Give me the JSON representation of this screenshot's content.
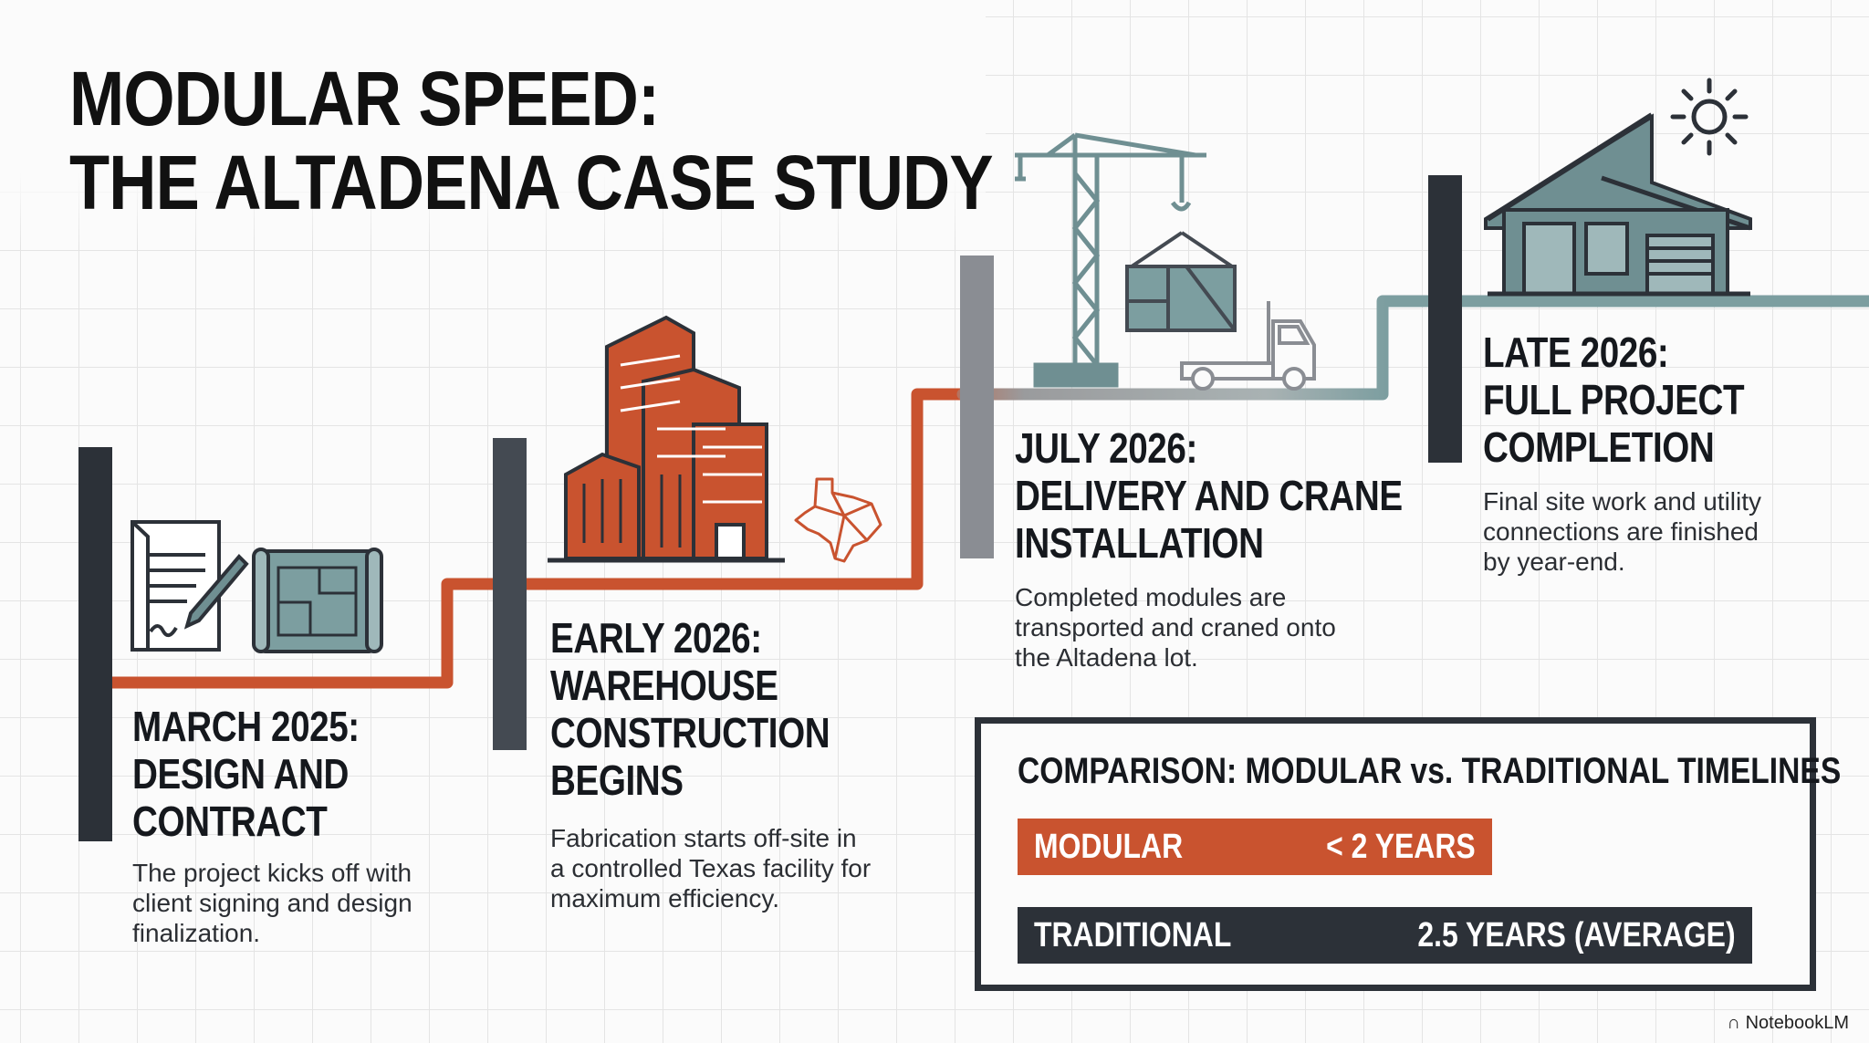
{
  "title": {
    "line1": "MODULAR SPEED:",
    "line2": "THE ALTADENA CASE STUDY"
  },
  "milestones": [
    {
      "heading": [
        "MARCH 2025:",
        "DESIGN AND",
        "CONTRACT"
      ],
      "description": [
        "The project kicks off with",
        "client signing and design",
        "finalization."
      ],
      "icons": [
        "contract-document-icon",
        "blueprint-icon"
      ]
    },
    {
      "heading": [
        "EARLY 2026:",
        "WAREHOUSE",
        "CONSTRUCTION",
        "BEGINS"
      ],
      "description": [
        "Fabrication starts off-site in",
        "a controlled Texas facility for",
        "maximum efficiency."
      ],
      "icons": [
        "factory-building-icon",
        "texas-map-icon"
      ]
    },
    {
      "heading": [
        "JULY 2026:",
        "DELIVERY AND CRANE",
        "INSTALLATION"
      ],
      "description": [
        "Completed modules are",
        "transported and craned onto",
        "the Altadena lot."
      ],
      "icons": [
        "crane-icon",
        "delivery-truck-icon"
      ]
    },
    {
      "heading": [
        "LATE 2026:",
        "FULL PROJECT",
        "COMPLETION"
      ],
      "description": [
        "Final site work and utility",
        "connections are finished",
        "by year-end."
      ],
      "icons": [
        "modern-house-icon",
        "sun-icon"
      ]
    }
  ],
  "comparison": {
    "title": "COMPARISON: MODULAR vs. TRADITIONAL TIMELINES",
    "rows": [
      {
        "label": "MODULAR",
        "value": "< 2 YEARS",
        "color": "#c9532f"
      },
      {
        "label": "TRADITIONAL",
        "value": "2.5 YEARS (AVERAGE)",
        "color": "#2c3138"
      }
    ]
  },
  "colors": {
    "orange": "#c9532f",
    "slate": "#6f8f92",
    "dark": "#2c3138",
    "gray": "#8a8d93"
  },
  "footer": "NotebookLM"
}
